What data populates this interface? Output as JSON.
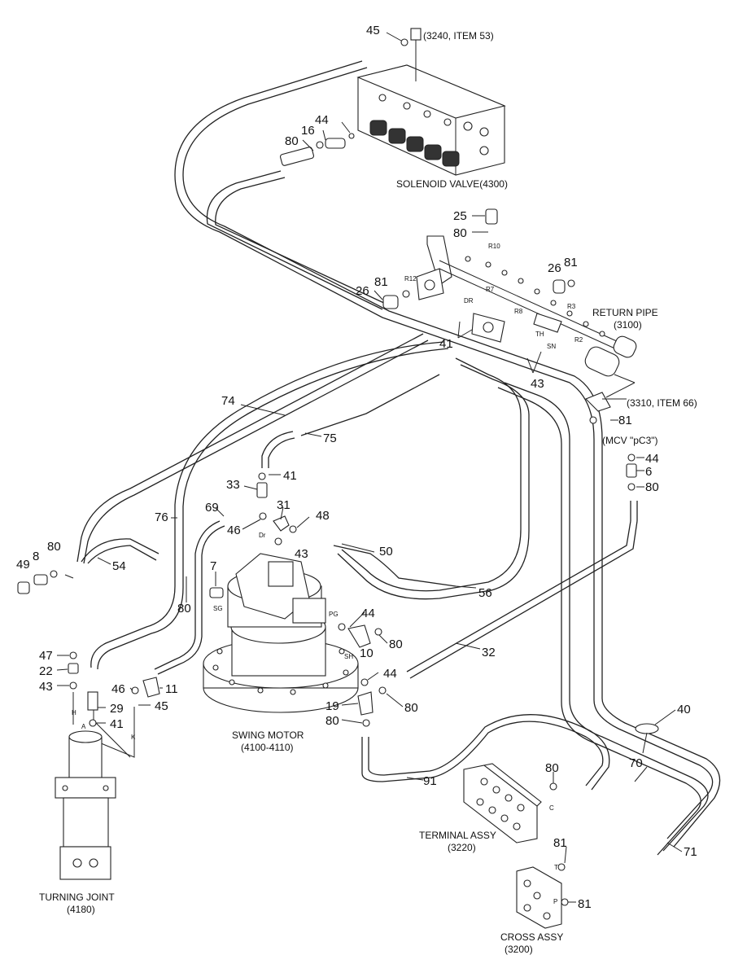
{
  "components": {
    "solenoid_valve": "SOLENOID VALVE(4300)",
    "return_pipe": "RETURN PIPE",
    "return_pipe_ref": "(3100)",
    "swing_motor": "SWING MOTOR",
    "swing_motor_ref": "(4100-4110)",
    "turning_joint": "TURNING JOINT",
    "turning_joint_ref": "(4180)",
    "terminal_assy": "TERMINAL ASSY",
    "terminal_assy_ref": "(3220)",
    "cross_assy": "CROSS ASSY",
    "cross_assy_ref": "(3200)"
  },
  "references": {
    "item53": "(3240, ITEM 53)",
    "item66": "(3310, ITEM 66)",
    "mcv": "(MCV \"pC3\")"
  },
  "port_labels": {
    "dr": "Dr",
    "pg": "PG",
    "sg": "SG",
    "sh": "SH",
    "a": "A",
    "h": "H",
    "k": "K",
    "c": "C",
    "t": "T",
    "p": "P",
    "r10": "R10",
    "r12": "R12",
    "r7": "R7",
    "r8": "R8",
    "r3": "R3",
    "r2": "R2",
    "dr2": "DR",
    "th": "TH",
    "sn": "SN"
  },
  "callouts": {
    "c45a": "45",
    "c44a": "44",
    "c16": "16",
    "c80a": "80",
    "c25": "25",
    "c80b": "80",
    "c26a": "26",
    "c81a": "81",
    "c26b": "26",
    "c81b": "81",
    "c41a": "41",
    "c43a": "43",
    "c81c": "81",
    "c44b": "44",
    "c6": "6",
    "c80c": "80",
    "c74": "74",
    "c75": "75",
    "c41b": "41",
    "c33": "33",
    "c31": "31",
    "c48": "48",
    "c46a": "46",
    "c43b": "43",
    "c50": "50",
    "c76": "76",
    "c69": "69",
    "c49": "49",
    "c8": "8",
    "c80d": "80",
    "c54": "54",
    "c7": "7",
    "c80e": "80",
    "c56": "56",
    "c44c": "44",
    "c80f": "80",
    "c10": "10",
    "c32": "32",
    "c47": "47",
    "c22": "22",
    "c43c": "43",
    "c46b": "46",
    "c11": "11",
    "c29": "29",
    "c45b": "45",
    "c41c": "41",
    "c44d": "44",
    "c19": "19",
    "c80g": "80",
    "c80h": "80",
    "c40": "40",
    "c91": "91",
    "c80i": "80",
    "c70": "70",
    "c71": "71",
    "c81d": "81",
    "c81e": "81"
  }
}
